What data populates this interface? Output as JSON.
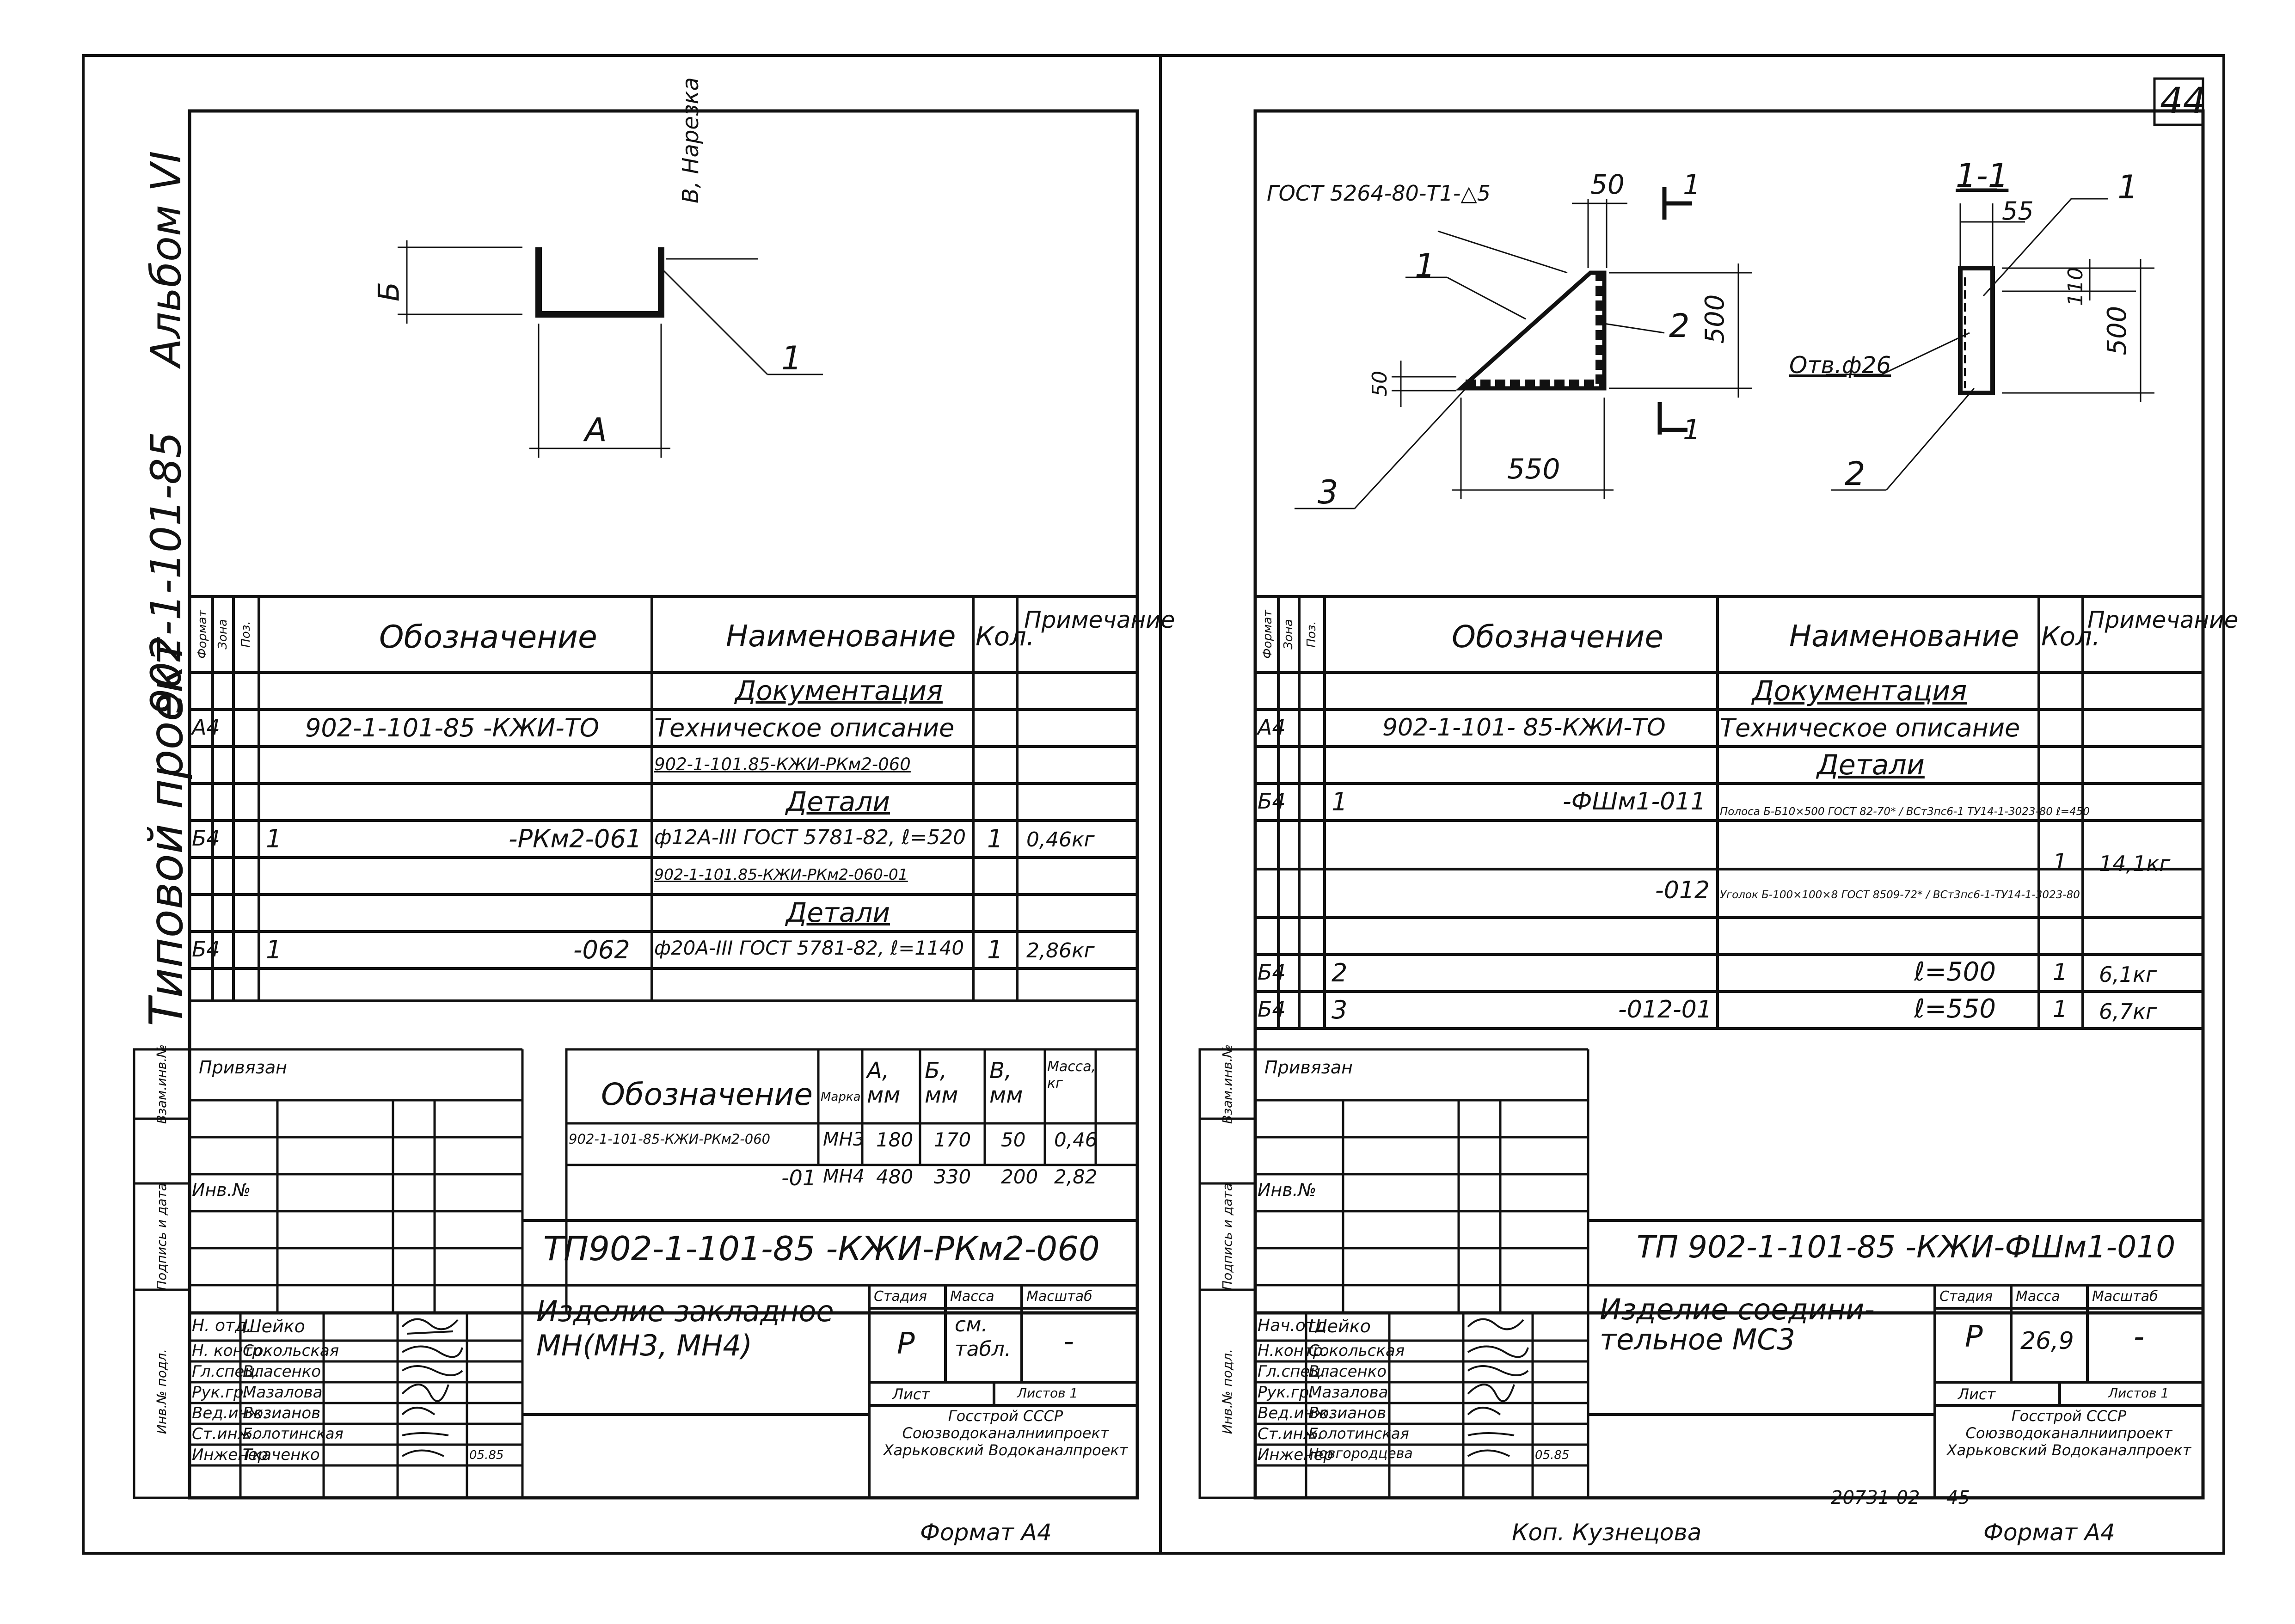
{
  "page_number": "44",
  "side_stamp": {
    "album": "Альбом VI",
    "project_code": "902-1-101-85",
    "project": "Типовой проект",
    "privyazan": "Привязан",
    "inv_no": "Инв.№",
    "vzam": "Взам.инв.№",
    "podpis": "Подпись и дата",
    "inv_podl": "Инв.№ подл."
  },
  "left": {
    "drawing": {
      "dim_b": "Б",
      "dim_v": "В, Нарезка",
      "dim_a": "А",
      "callout": "1"
    },
    "spec": {
      "headers": {
        "format": "Формат",
        "zona": "Зона",
        "poz": "Поз.",
        "oboz": "Обозначение",
        "naim": "Наименование",
        "kol": "Кол.",
        "prim": "Примечание"
      },
      "rows": [
        {
          "format": "",
          "zona": "",
          "poz": "",
          "oboz": "",
          "naim": "Документация",
          "kol": "",
          "prim": ""
        },
        {
          "format": "А4",
          "zona": "",
          "poz": "",
          "oboz": "902-1-101-85 -КЖИ-ТО",
          "naim": "Техническое описание",
          "kol": "",
          "prim": ""
        },
        {
          "format": "",
          "zona": "",
          "poz": "",
          "oboz": "",
          "naim": "902-1-101.85-КЖИ-РКм2-060",
          "kol": "",
          "prim": ""
        },
        {
          "format": "",
          "zona": "",
          "poz": "",
          "oboz": "",
          "naim": "Детали",
          "kol": "",
          "prim": ""
        },
        {
          "format": "Б4",
          "zona": "",
          "poz": "1",
          "oboz": "-РКм2-061",
          "naim": "ф12А-III ГОСТ 5781-82, ℓ=520",
          "kol": "1",
          "prim": "0,46кг"
        },
        {
          "format": "",
          "zona": "",
          "poz": "",
          "oboz": "",
          "naim": "902-1-101.85-КЖИ-РКм2-060-01",
          "kol": "",
          "prim": ""
        },
        {
          "format": "",
          "zona": "",
          "poz": "",
          "oboz": "",
          "naim": "Детали",
          "kol": "",
          "prim": ""
        },
        {
          "format": "Б4",
          "zona": "",
          "poz": "1",
          "oboz": "-062",
          "naim": "ф20А-III ГОСТ 5781-82, ℓ=1140",
          "kol": "1",
          "prim": "2,86кг"
        }
      ]
    },
    "variants": {
      "headers": {
        "oboz": "Обозначение",
        "marka": "Марка",
        "a": "А, мм",
        "b": "Б, мм",
        "v": "В, мм",
        "mass": "Масса, кг"
      },
      "rows": [
        {
          "oboz": "902-1-101-85-КЖИ-РКм2-060",
          "marka": "МН3",
          "a": "180",
          "b": "170",
          "v": "50",
          "mass": "0,46"
        },
        {
          "oboz": "-01",
          "marka": "МН4",
          "a": "480",
          "b": "330",
          "v": "200",
          "mass": "2,82"
        }
      ]
    },
    "title_block": {
      "doc_code": "ТП902-1-101-85 -КЖИ-РКм2-060",
      "item_name": "Изделие закладное МН(МН3, МН4)",
      "stadia_label": "Стадия",
      "massa_label": "Масса",
      "masshtab_label": "Масштаб",
      "stadia": "Р",
      "massa": "см. табл.",
      "masshtab": "-",
      "list_label": "Лист",
      "listov_label": "Листов 1",
      "org": "Госстрой СССР Союзводоканалниипроект Харьковский Водоканалпроект",
      "people": [
        {
          "role": "Н. отд.",
          "name": "Шейко"
        },
        {
          "role": "Н. контр.",
          "name": "Сокольская"
        },
        {
          "role": "Гл.спец.",
          "name": "Власенко"
        },
        {
          "role": "Рук.гр.",
          "name": "Мазалова"
        },
        {
          "role": "Вед.инж.",
          "name": "Возианов"
        },
        {
          "role": "Ст.инж.",
          "name": "Болотинская"
        },
        {
          "role": "Инженер",
          "name": "Ткаченко"
        }
      ],
      "date": "05.85"
    },
    "format": "Формат А4"
  },
  "right": {
    "drawing": {
      "weld_note": "ГОСТ 5264-80-Т1-△5",
      "dim_50": "50",
      "section_mark": "1",
      "callout_1": "1",
      "callout_2": "2",
      "callout_3": "3",
      "dim_500": "500",
      "dim_50b": "50",
      "dim_550": "550",
      "section_title": "1-1",
      "dim_55": "55",
      "dim_110": "110",
      "dim_500b": "500",
      "hole": "Отв.ф26",
      "callout_2b": "2",
      "callout_1b": "1"
    },
    "spec": {
      "headers": {
        "format": "Формат",
        "zona": "Зона",
        "poz": "Поз.",
        "oboz": "Обозначение",
        "naim": "Наименование",
        "kol": "Кол.",
        "prim": "Примечание"
      },
      "rows": [
        {
          "format": "",
          "zona": "",
          "poz": "",
          "oboz": "",
          "naim": "Документация",
          "kol": "",
          "prim": ""
        },
        {
          "format": "А4",
          "zona": "",
          "poz": "",
          "oboz": "902-1-101- 85-КЖИ-ТО",
          "naim": "Техническое описание",
          "kol": "",
          "prim": ""
        },
        {
          "format": "",
          "zona": "",
          "poz": "",
          "oboz": "",
          "naim": "Детали",
          "kol": "",
          "prim": ""
        },
        {
          "format": "Б4",
          "zona": "",
          "poz": "1",
          "oboz": "-ФШм1-011",
          "naim": "Полоса Б-Б10×500 ГОСТ 82-70* / ВСт3пс6-1 ТУ14-1-3023-80 ℓ=450",
          "kol": "1",
          "prim": "14,1кг"
        },
        {
          "format": "",
          "zona": "",
          "poz": "",
          "oboz": "-012",
          "naim": "Уголок Б-100×100×8 ГОСТ 8509-72* / ВСт3пс6-1-ТУ14-1-3023-80",
          "kol": "",
          "prim": ""
        },
        {
          "format": "Б4",
          "zona": "",
          "poz": "2",
          "oboz": "",
          "naim": "ℓ=500",
          "kol": "1",
          "prim": "6,1кг"
        },
        {
          "format": "Б4",
          "zona": "",
          "poz": "3",
          "oboz": "-012-01",
          "naim": "ℓ=550",
          "kol": "1",
          "prim": "6,7кг"
        }
      ]
    },
    "title_block": {
      "doc_code": "ТП 902-1-101-85 -КЖИ-ФШм1-010",
      "item_name": "Изделие соедини-тельное МС3",
      "stadia_label": "Стадия",
      "massa_label": "Масса",
      "masshtab_label": "Масштаб",
      "stadia": "Р",
      "massa": "26,9",
      "masshtab": "-",
      "list_label": "Лист",
      "listov_label": "Листов 1",
      "org": "Госстрой СССР Союзводоканалниипроект Харьковский Водоканалпроект",
      "people": [
        {
          "role": "Нач.отд.",
          "name": "Шейко"
        },
        {
          "role": "Н.контр.",
          "name": "Сокольская"
        },
        {
          "role": "Гл.спец.",
          "name": "Власенко"
        },
        {
          "role": "Рук.гр.",
          "name": "Мазалова"
        },
        {
          "role": "Вед.инж.",
          "name": "Возианов"
        },
        {
          "role": "Ст.инж.",
          "name": "Болотинская"
        },
        {
          "role": "Инженер",
          "name": "Новгородцева"
        }
      ],
      "date": "05.85"
    },
    "bottom_code": "20731-02",
    "bottom_num": "45",
    "copied": "Коп. Кузнецова",
    "format": "Формат А4"
  }
}
